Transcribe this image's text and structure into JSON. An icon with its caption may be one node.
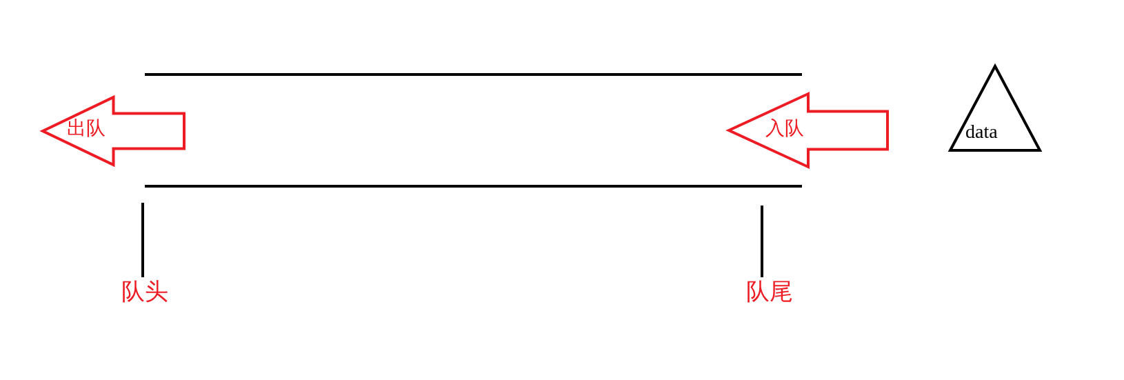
{
  "diagram": {
    "nodes": [
      {
        "text": [
          "出队"
        ]
      },
      {
        "text": [
          "入队"
        ]
      },
      {
        "text": [
          "data"
        ]
      },
      {
        "text": [
          "队头"
        ]
      },
      {
        "text": [
          "队尾"
        ]
      }
    ],
    "edges": [
      {
        "from": 3,
        "to": null,
        "arrow": "none"
      },
      {
        "from": 4,
        "to": null,
        "arrow": "none"
      }
    ]
  }
}
